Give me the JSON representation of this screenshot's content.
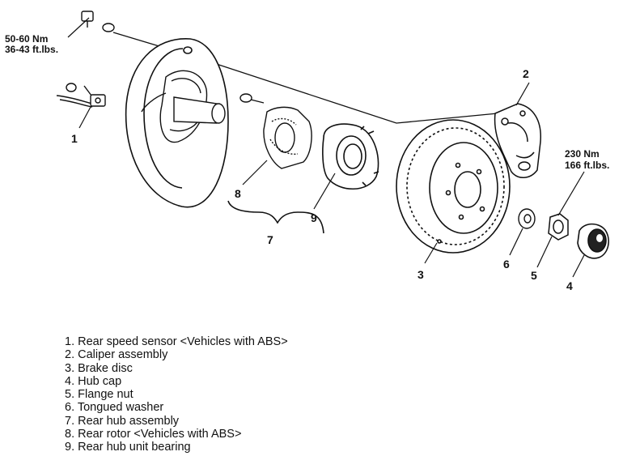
{
  "callouts": {
    "c1": "1",
    "c2": "2",
    "c3": "3",
    "c4": "4",
    "c5": "5",
    "c6": "6",
    "c7": "7",
    "c8": "8",
    "c9": "9"
  },
  "torque_values": {
    "disc_bolt_nm": "50-60 Nm",
    "disc_bolt_ftlbs": "36-43 ft.lbs.",
    "flange_nut_nm": "230 Nm",
    "flange_nut_ftlbs": "166 ft.lbs."
  },
  "legend": [
    "1. Rear speed sensor <Vehicles with ABS>",
    "2. Caliper assembly",
    "3. Brake disc",
    "4. Hub cap",
    "5. Flange nut",
    "6. Tongued washer",
    "7. Rear hub assembly",
    "8. Rear rotor <Vehicles with ABS>",
    "9. Rear hub unit bearing"
  ]
}
